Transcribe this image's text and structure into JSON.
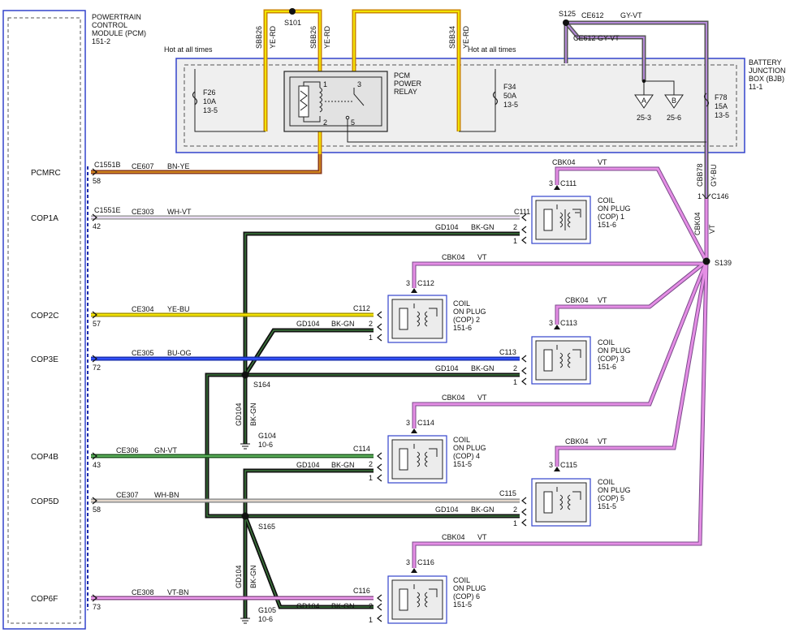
{
  "pcm": {
    "title": [
      "POWERTRAIN",
      "CONTROL",
      "MODULE (PCM)"
    ],
    "ref": "151-2"
  },
  "bjb": {
    "title": [
      "BATTERY",
      "JUNCTION",
      "BOX (BJB)"
    ],
    "ref": "11-1"
  },
  "hot": "Hot at all times",
  "fuses": [
    {
      "name": "F26",
      "amp": "10A",
      "ref": "13-5"
    },
    {
      "name": "F34",
      "amp": "50A",
      "ref": "13-5"
    },
    {
      "name": "F78",
      "amp": "15A",
      "ref": "13-5"
    }
  ],
  "relay": {
    "title": [
      "PCM",
      "POWER",
      "RELAY"
    ],
    "pins": [
      "1",
      "2",
      "3",
      "5"
    ]
  },
  "splices": {
    "s101": "S101",
    "s125": "S125",
    "s139": "S139",
    "s164": "S164",
    "s165": "S165"
  },
  "top_wires": {
    "sbb26": "SBB26",
    "yerd": "YE-RD",
    "sbb34": "SBB34",
    "ce612": "CE612",
    "gyvt": "GY-VT",
    "ce612_gyvt": "CE612 GY-VT",
    "cbb78": "CBB78",
    "gybu": "GY-BU"
  },
  "bjb_out": [
    {
      "letter": "A",
      "ref": "25-3"
    },
    {
      "letter": "B",
      "ref": "25-6"
    }
  ],
  "c146": {
    "name": "C146",
    "pin": "1"
  },
  "pcm_pins": [
    {
      "name": "PCMRC",
      "conn": "C1551B",
      "pin": "58",
      "circuit": "CE607",
      "color": "BN-YE"
    },
    {
      "name": "COP1A",
      "conn": "C1551E",
      "pin": "42",
      "circuit": "CE303",
      "color": "WH-VT"
    },
    {
      "name": "COP2C",
      "conn": "",
      "pin": "57",
      "circuit": "CE304",
      "color": "YE-BU"
    },
    {
      "name": "COP3E",
      "conn": "",
      "pin": "72",
      "circuit": "CE305",
      "color": "BU-OG"
    },
    {
      "name": "COP4B",
      "conn": "",
      "pin": "43",
      "circuit": "CE306",
      "color": "GN-VT"
    },
    {
      "name": "COP5D",
      "conn": "",
      "pin": "58",
      "circuit": "CE307",
      "color": "WH-BN"
    },
    {
      "name": "COP6F",
      "conn": "",
      "pin": "73",
      "circuit": "CE308",
      "color": "VT-BN"
    }
  ],
  "coils": [
    {
      "conn": "C111",
      "title": [
        "COIL",
        "ON PLUG",
        "(COP) 1"
      ],
      "ref": "151-6"
    },
    {
      "conn": "C112",
      "title": [
        "COIL",
        "ON PLUG",
        "(COP) 2"
      ],
      "ref": "151-6"
    },
    {
      "conn": "C113",
      "title": [
        "COIL",
        "ON PLUG",
        "(COP) 3"
      ],
      "ref": "151-6"
    },
    {
      "conn": "C114",
      "title": [
        "COIL",
        "ON PLUG",
        "(COP) 4"
      ],
      "ref": "151-5"
    },
    {
      "conn": "C115",
      "title": [
        "COIL",
        "ON PLUG",
        "(COP) 5"
      ],
      "ref": "151-5"
    },
    {
      "conn": "C116",
      "title": [
        "COIL",
        "ON PLUG",
        "(COP) 6"
      ],
      "ref": "151-5"
    }
  ],
  "wire_labels": {
    "cbk04": "CBK04",
    "vt": "VT",
    "gd104": "GD104",
    "bkgn": "BK-GN"
  },
  "pin_nums": {
    "p1": "1",
    "p2": "2",
    "p3": "3"
  },
  "grounds": [
    {
      "name": "G104",
      "ref": "10-6"
    },
    {
      "name": "G105",
      "ref": "10-6"
    }
  ]
}
